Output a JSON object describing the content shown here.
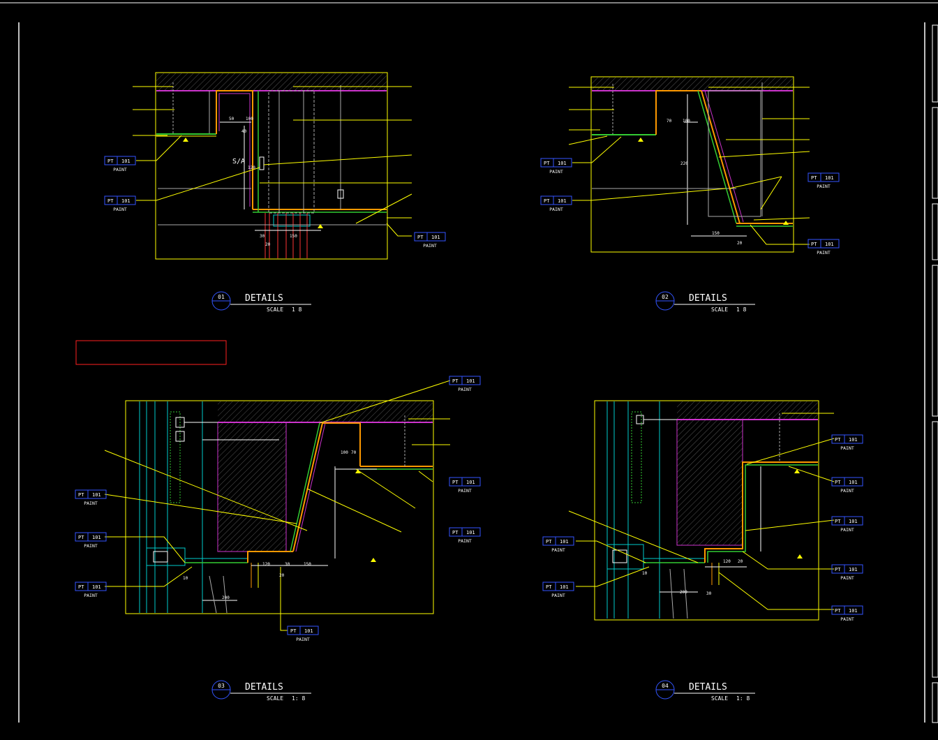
{
  "colors": {
    "background": "#000000",
    "frame": "#ffffff",
    "detail_border": "#ffff00",
    "leader": "#ffff00",
    "tag_box": "#3355ff",
    "cyan": "#00cccc",
    "magenta": "#cc33cc",
    "orange": "#ff9900",
    "green": "#33cc33",
    "red": "#ff3333",
    "white": "#ffffff",
    "grey": "#aaaaaa"
  },
  "tag": {
    "code": "PT",
    "num": "101",
    "paint": "PAINT"
  },
  "note": {
    "text": ""
  },
  "details": [
    {
      "id": "d1",
      "number": "01",
      "sheet_ref": "",
      "title": "DETAILS",
      "scale_label": "SCALE",
      "scale_value": "1 8",
      "subtitle": "",
      "section_mark": "S/A"
    },
    {
      "id": "d2",
      "number": "02",
      "sheet_ref": "",
      "title": "DETAILS",
      "scale_label": "SCALE",
      "scale_value": "1 8",
      "subtitle": ""
    },
    {
      "id": "d3",
      "number": "03",
      "sheet_ref": "",
      "title": "DETAILS",
      "scale_label": "SCALE",
      "scale_value": "1: 8",
      "subtitle": ""
    },
    {
      "id": "d4",
      "number": "04",
      "sheet_ref": "",
      "title": "DETAILS",
      "scale_label": "SCALE",
      "scale_value": "1: 8",
      "subtitle": ""
    }
  ],
  "dimensions": {
    "d1": [
      "100",
      "50",
      "40",
      "120",
      "30",
      "20",
      "150"
    ],
    "d2": [
      "70",
      "100",
      "220",
      "150",
      "20"
    ],
    "d3": [
      "100",
      "70",
      "120",
      "30",
      "150",
      "20",
      "200",
      "10"
    ],
    "d4": [
      "120",
      "20",
      "30",
      "10",
      "200"
    ]
  }
}
